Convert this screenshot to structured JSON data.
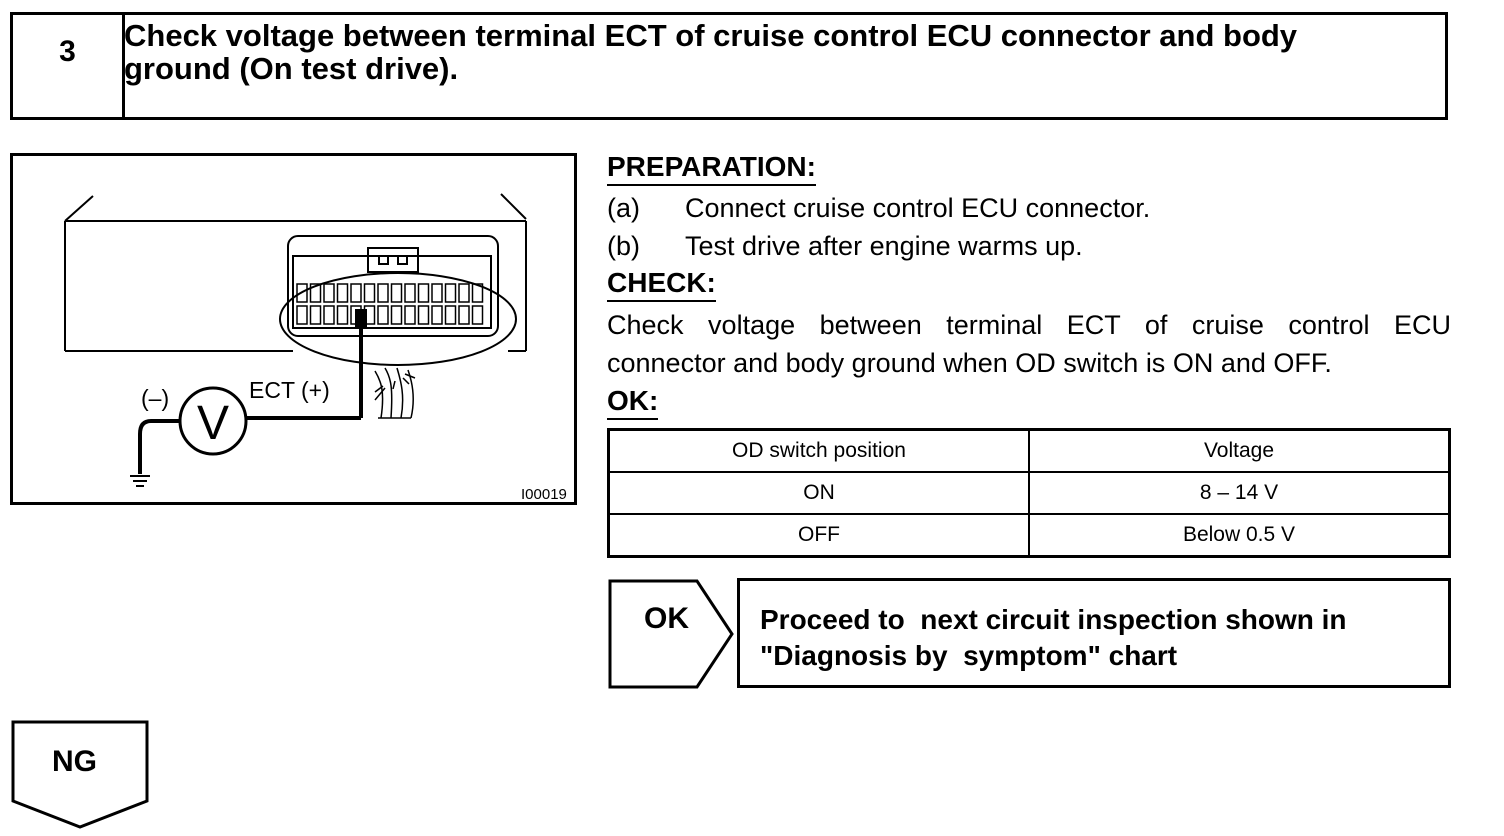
{
  "step": {
    "number": "3",
    "title_line1": "Check voltage between terminal ECT of cruise control ECU connector and body",
    "title_line2": "ground (On test drive)."
  },
  "figure": {
    "neg_label": "(–)",
    "pos_label": "ECT (+)",
    "meter_symbol": "V",
    "figure_id": "I00019"
  },
  "preparation": {
    "heading": "PREPARATION:",
    "items": [
      {
        "label": "(a)",
        "text": "Connect cruise control ECU connector."
      },
      {
        "label": "(b)",
        "text": "Test drive after engine warms up."
      }
    ]
  },
  "check": {
    "heading": "CHECK:",
    "line1": "Check voltage between terminal ECT of cruise control ECU",
    "line2": "connector and body ground when OD switch is ON and OFF."
  },
  "ok": {
    "heading": "OK:",
    "table": {
      "headers": [
        "OD switch position",
        "Voltage"
      ],
      "rows": [
        [
          "ON",
          "8 – 14 V"
        ],
        [
          "OFF",
          "Below 0.5 V"
        ]
      ]
    }
  },
  "flow": {
    "ok_label": "OK",
    "ok_line1": "Proceed to  next circuit inspection shown in",
    "ok_line2": "\"Diagnosis by  symptom\" chart",
    "ng_label": "NG"
  }
}
